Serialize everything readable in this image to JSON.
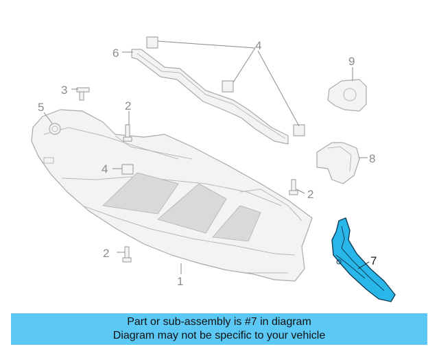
{
  "callouts": [
    {
      "id": "c1",
      "label": "1"
    },
    {
      "id": "c2a",
      "label": "2"
    },
    {
      "id": "c2b",
      "label": "2"
    },
    {
      "id": "c2c",
      "label": "2"
    },
    {
      "id": "c3",
      "label": "3"
    },
    {
      "id": "c4a",
      "label": "4"
    },
    {
      "id": "c4b",
      "label": "4"
    },
    {
      "id": "c5",
      "label": "5"
    },
    {
      "id": "c6",
      "label": "6"
    },
    {
      "id": "c7",
      "label": "7"
    },
    {
      "id": "c8",
      "label": "8"
    },
    {
      "id": "c9",
      "label": "9"
    }
  ],
  "highlighted_part": "7",
  "colors": {
    "highlight_fill": "#29b6e8",
    "highlight_stroke": "#0d3a55",
    "banner_bg": "#5bc8f5",
    "callout_gray": "#8a8a8a"
  },
  "banner": {
    "line1": "Part or sub-assembly is #7 in diagram",
    "line2": "Diagram may not be specific to your vehicle"
  }
}
